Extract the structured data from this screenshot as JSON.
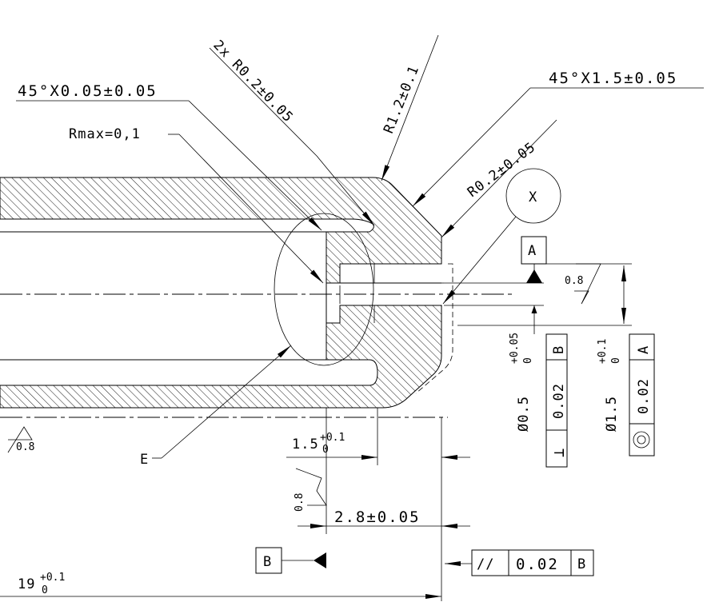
{
  "callouts": {
    "chamfer_small": "45°X0.05±0.05",
    "radius_2x": "2x R0.2±0.05",
    "radius_r12": "R1.2±0.1",
    "chamfer_large": "45°X1.5±0.05",
    "rmax": "Rmax=0,1",
    "radius_r02": "R0.2±0.05",
    "view_label": "X",
    "detail_label": "E"
  },
  "datums": {
    "a": "A",
    "b": "B"
  },
  "surface_finish": {
    "top": "0.8",
    "left": "0.8",
    "bottom": "0.8"
  },
  "dimensions": {
    "d15_nominal": "1.5",
    "d15_upper": "+0.1",
    "d15_lower": "0",
    "d28": "2.8±0.05",
    "d19_nominal": "19",
    "d19_upper": "+0.1",
    "d19_lower": "0",
    "dia05_nominal": "Ø0.5",
    "dia05_upper": "+0.05",
    "dia05_lower": "0",
    "dia15_nominal": "Ø1.5",
    "dia15_upper": "+0.1",
    "dia15_lower": "0"
  },
  "tolerance_frames": {
    "perpendicularity": {
      "symbol": "⊥",
      "value": "0.02",
      "datum": "B"
    },
    "concentricity": {
      "symbol": "◎",
      "value": "0.02",
      "datum": "A"
    },
    "parallelism": {
      "symbol": "//",
      "value": "0.02",
      "datum": "B"
    }
  }
}
